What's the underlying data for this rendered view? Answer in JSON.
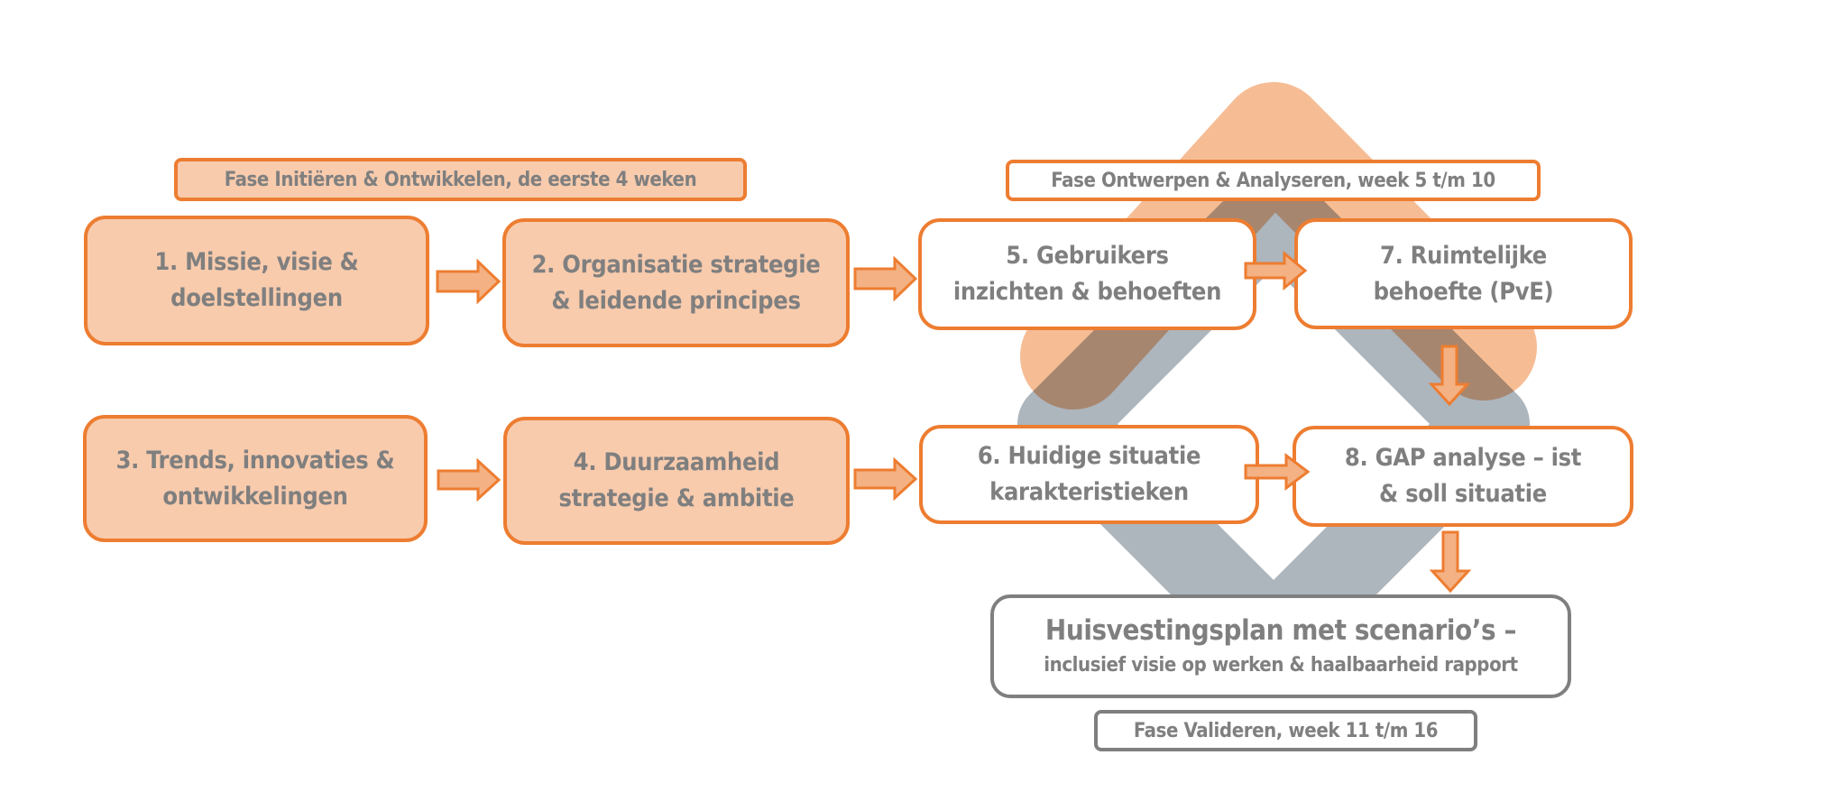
{
  "colors": {
    "orange_stroke": "#ed7d31",
    "orange_fill": "#f8cbad",
    "arrow_fill": "#f4b183",
    "text_gray": "#7f7f7f",
    "diamond_orange": "#f4b183",
    "diamond_gray": "#adb5bd"
  },
  "phases": {
    "initiate": "Fase Initiëren & Ontwikkelen, de eerste 4 weken",
    "design": "Fase Ontwerpen & Analyseren, week 5 t/m 10",
    "validate": "Fase Valideren, week 11 t/m 16"
  },
  "steps": [
    {
      "line1": "1. Missie, visie &",
      "line2": "doelstellingen"
    },
    {
      "line1": "2. Organisatie strategie",
      "line2": "& leidende principes"
    },
    {
      "line1": "3. Trends, innovaties &",
      "line2": "ontwikkelingen"
    },
    {
      "line1": "4. Duurzaamheid",
      "line2": "strategie & ambitie"
    },
    {
      "line1": "5. Gebruikers",
      "line2": "inzichten & behoeften"
    },
    {
      "line1": "6. Huidige situatie",
      "line2": "karakteristieken"
    },
    {
      "line1": "7. Ruimtelijke",
      "line2": "behoefte (PvE)"
    },
    {
      "line1": "8. GAP analyse – ist",
      "line2": "& soll situatie"
    }
  ],
  "result": {
    "title": "Huisvestingsplan met scenario’s –",
    "subtitle": "inclusief visie op werken & haalbaarheid rapport"
  },
  "flows": [
    {
      "from": "step-1",
      "to": "step-2",
      "direction": "right"
    },
    {
      "from": "step-2",
      "to": "step-5",
      "direction": "right"
    },
    {
      "from": "step-3",
      "to": "step-4",
      "direction": "right"
    },
    {
      "from": "step-4",
      "to": "step-6",
      "direction": "right"
    },
    {
      "from": "step-5",
      "to": "step-7",
      "direction": "right"
    },
    {
      "from": "step-6",
      "to": "step-8",
      "direction": "right"
    },
    {
      "from": "step-7",
      "to": "step-8",
      "direction": "down"
    },
    {
      "from": "step-8",
      "to": "result",
      "direction": "down"
    }
  ]
}
